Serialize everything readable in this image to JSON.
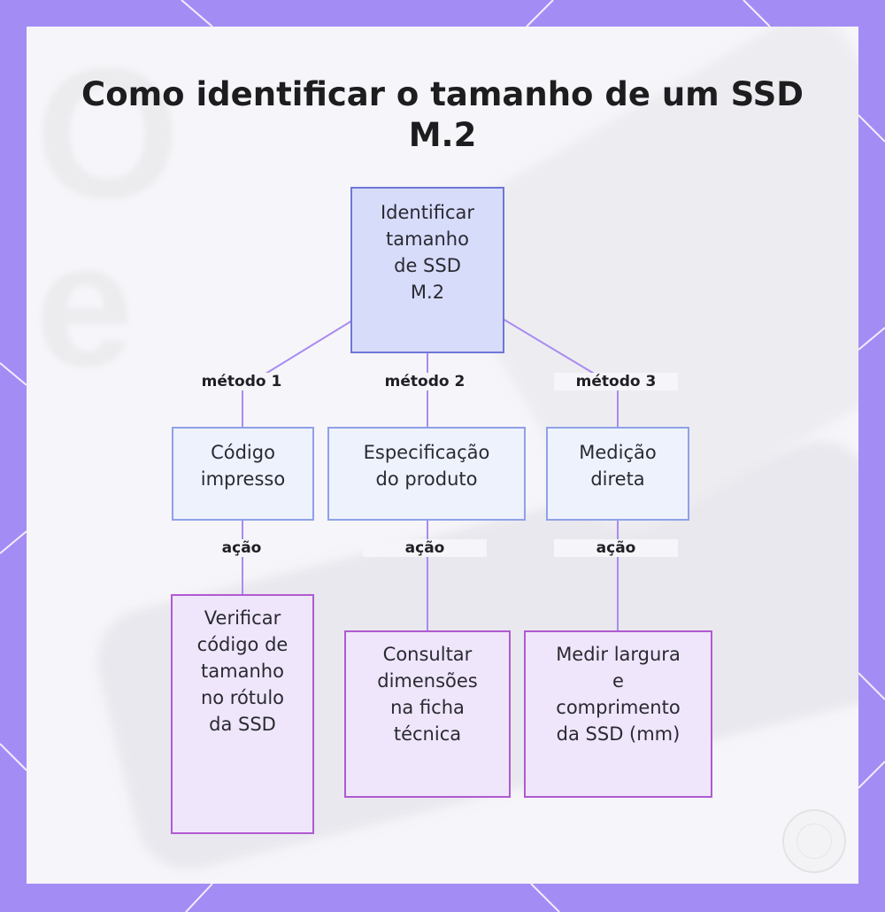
{
  "title": "Como identificar o tamanho de um SSD M.2",
  "root": {
    "label": "Identificar\ntamanho\nde SSD\nM.2"
  },
  "methods": [
    {
      "edge_label": "método 1",
      "label": "Código\nimpresso"
    },
    {
      "edge_label": "método 2",
      "label": "Especificação\ndo produto"
    },
    {
      "edge_label": "método 3",
      "label": "Medição\ndireta"
    }
  ],
  "actions": [
    {
      "edge_label": "ação",
      "label": "Verificar\ncódigo de\ntamanho\nno rótulo\nda SSD"
    },
    {
      "edge_label": "ação",
      "label": "Consultar\ndimensões\nna ficha\ntécnica"
    },
    {
      "edge_label": "ação",
      "label": "Medir largura\ne\ncomprimento\nda SSD (mm)"
    }
  ],
  "colors": {
    "frame": "#a48cf5",
    "root_fill": "#d8dcfb",
    "root_border": "#6f77d6",
    "method_fill": "#eef2fc",
    "method_border": "#8fa1e8",
    "action_fill": "#efe6fb",
    "action_border": "#b05ad1",
    "connector": "#a98bf0"
  }
}
